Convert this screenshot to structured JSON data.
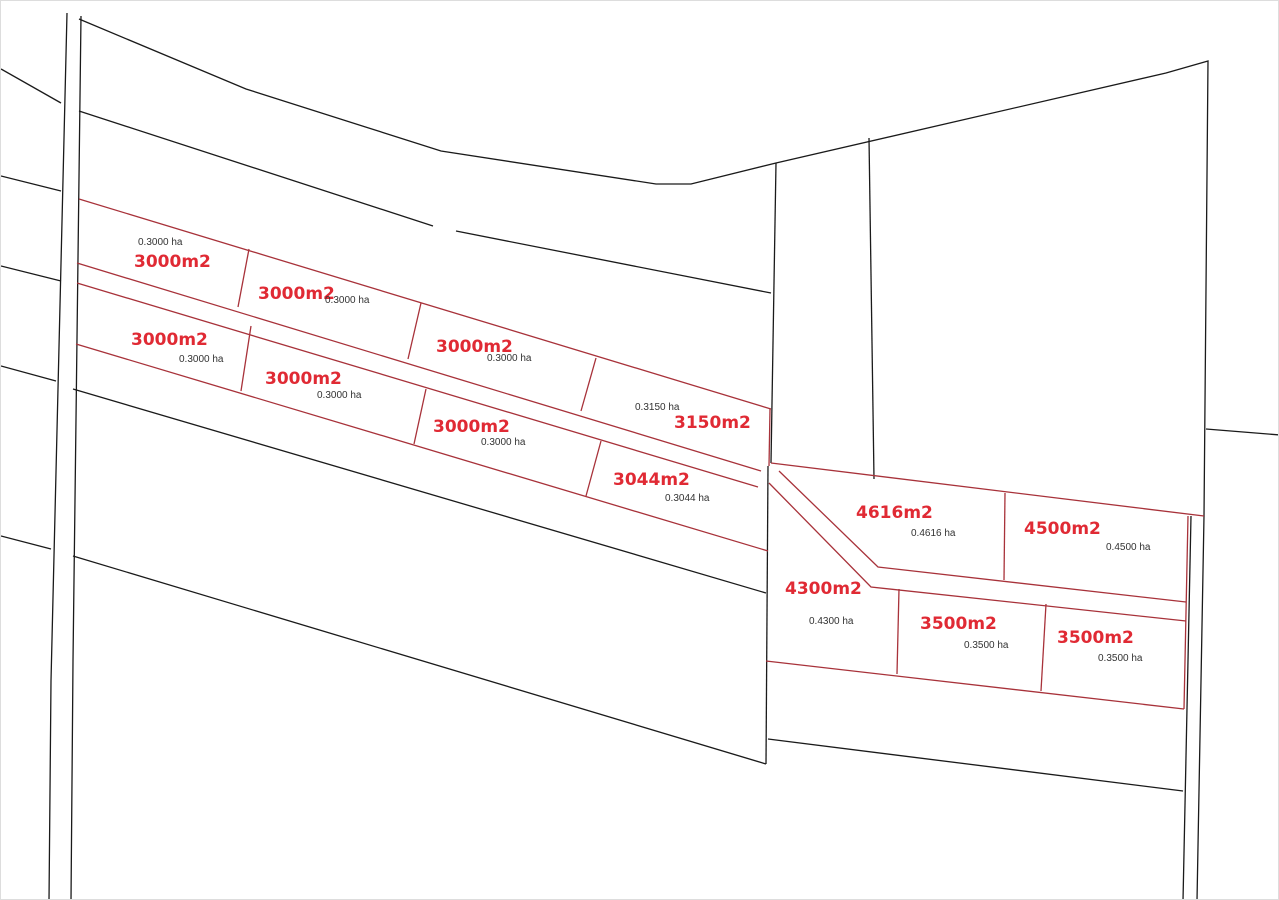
{
  "title": "Land subdivision plot plan",
  "colors": {
    "boundary": "#1a1a1a",
    "plot_line": "#a8323a",
    "area_label": "#e02a34"
  },
  "plots": [
    {
      "area_m2": "3000m2",
      "area_ha": "0.3000 ha"
    },
    {
      "area_m2": "3000m2",
      "area_ha": "0.3000 ha"
    },
    {
      "area_m2": "3000m2",
      "area_ha": "0.3000 ha"
    },
    {
      "area_m2": "3150m2",
      "area_ha": "0.3150 ha"
    },
    {
      "area_m2": "3000m2",
      "area_ha": "0.3000 ha"
    },
    {
      "area_m2": "3000m2",
      "area_ha": "0.3000 ha"
    },
    {
      "area_m2": "3000m2",
      "area_ha": "0.3000 ha"
    },
    {
      "area_m2": "3044m2",
      "area_ha": "0.3044 ha"
    },
    {
      "area_m2": "4616m2",
      "area_ha": "0.4616 ha"
    },
    {
      "area_m2": "4500m2",
      "area_ha": "0.4500 ha"
    },
    {
      "area_m2": "4300m2",
      "area_ha": "0.4300 ha"
    },
    {
      "area_m2": "3500m2",
      "area_ha": "0.3500 ha"
    },
    {
      "area_m2": "3500m2",
      "area_ha": "0.3500 ha"
    }
  ]
}
